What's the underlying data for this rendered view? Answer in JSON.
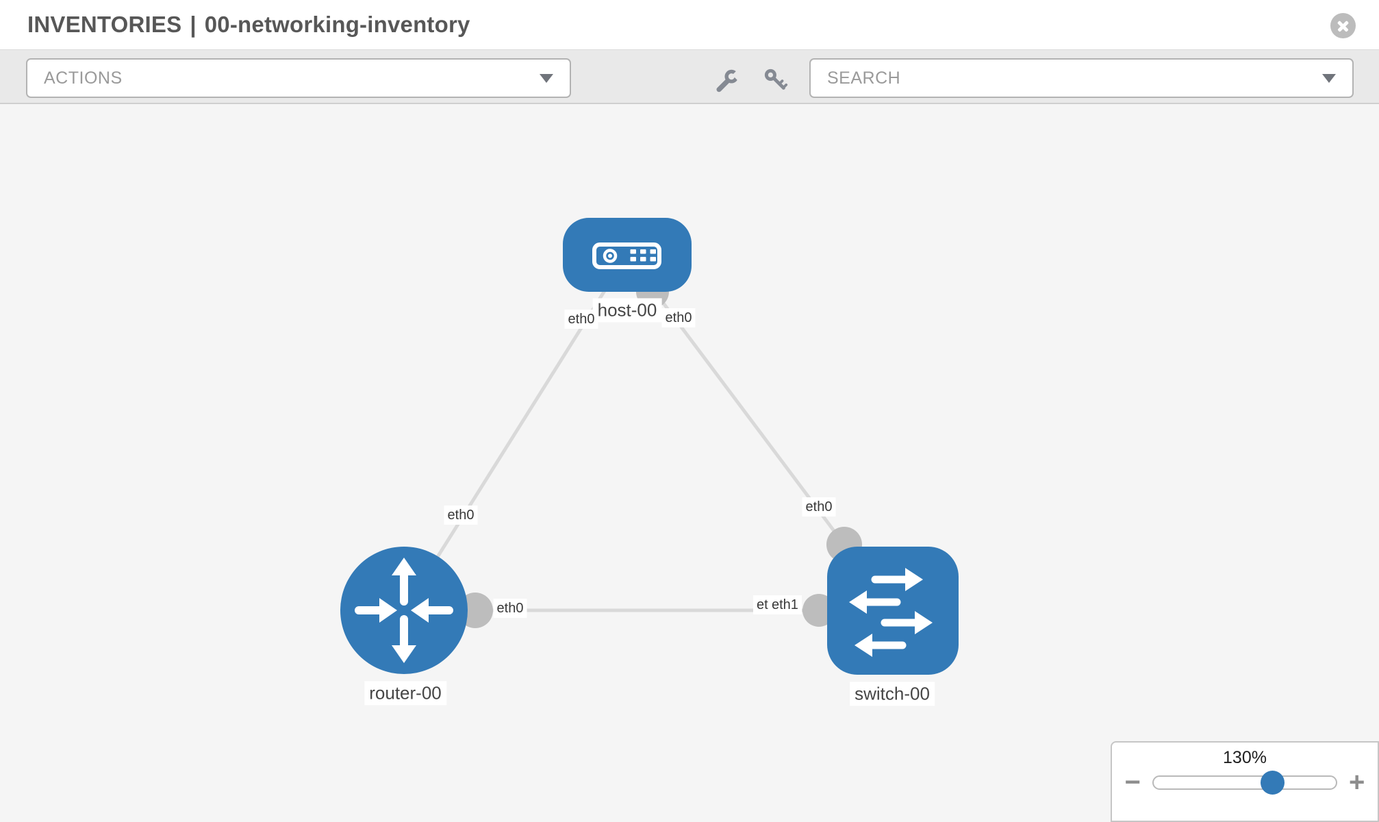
{
  "header": {
    "section": "INVENTORIES",
    "separator": "|",
    "inventory_name": "00-networking-inventory"
  },
  "toolbar": {
    "actions_label": "ACTIONS",
    "search_placeholder": "SEARCH",
    "icons": [
      "wrench-icon",
      "key-icon"
    ]
  },
  "diagram": {
    "nodes": [
      {
        "id": "host-00",
        "label": "host-00",
        "type": "host"
      },
      {
        "id": "router-00",
        "label": "router-00",
        "type": "router"
      },
      {
        "id": "switch-00",
        "label": "switch-00",
        "type": "switch"
      }
    ],
    "links": [
      {
        "from": "host-00",
        "from_interface": "eth0",
        "to": "router-00",
        "to_interface": "eth0"
      },
      {
        "from": "host-00",
        "from_interface": "eth0",
        "to": "switch-00",
        "to_interface": "eth0"
      },
      {
        "from": "router-00",
        "from_interface": "eth0",
        "to": "switch-00",
        "to_interface": "eth1",
        "overlapped_label": "eth0"
      }
    ]
  },
  "zoom_control": {
    "value": "130%",
    "minus": "−",
    "plus": "+"
  },
  "colors": {
    "node_blue": "#337ab7",
    "link_gray": "#d9d9d9",
    "connector_gray": "#bdbdbd",
    "canvas_bg": "#f5f5f5"
  }
}
